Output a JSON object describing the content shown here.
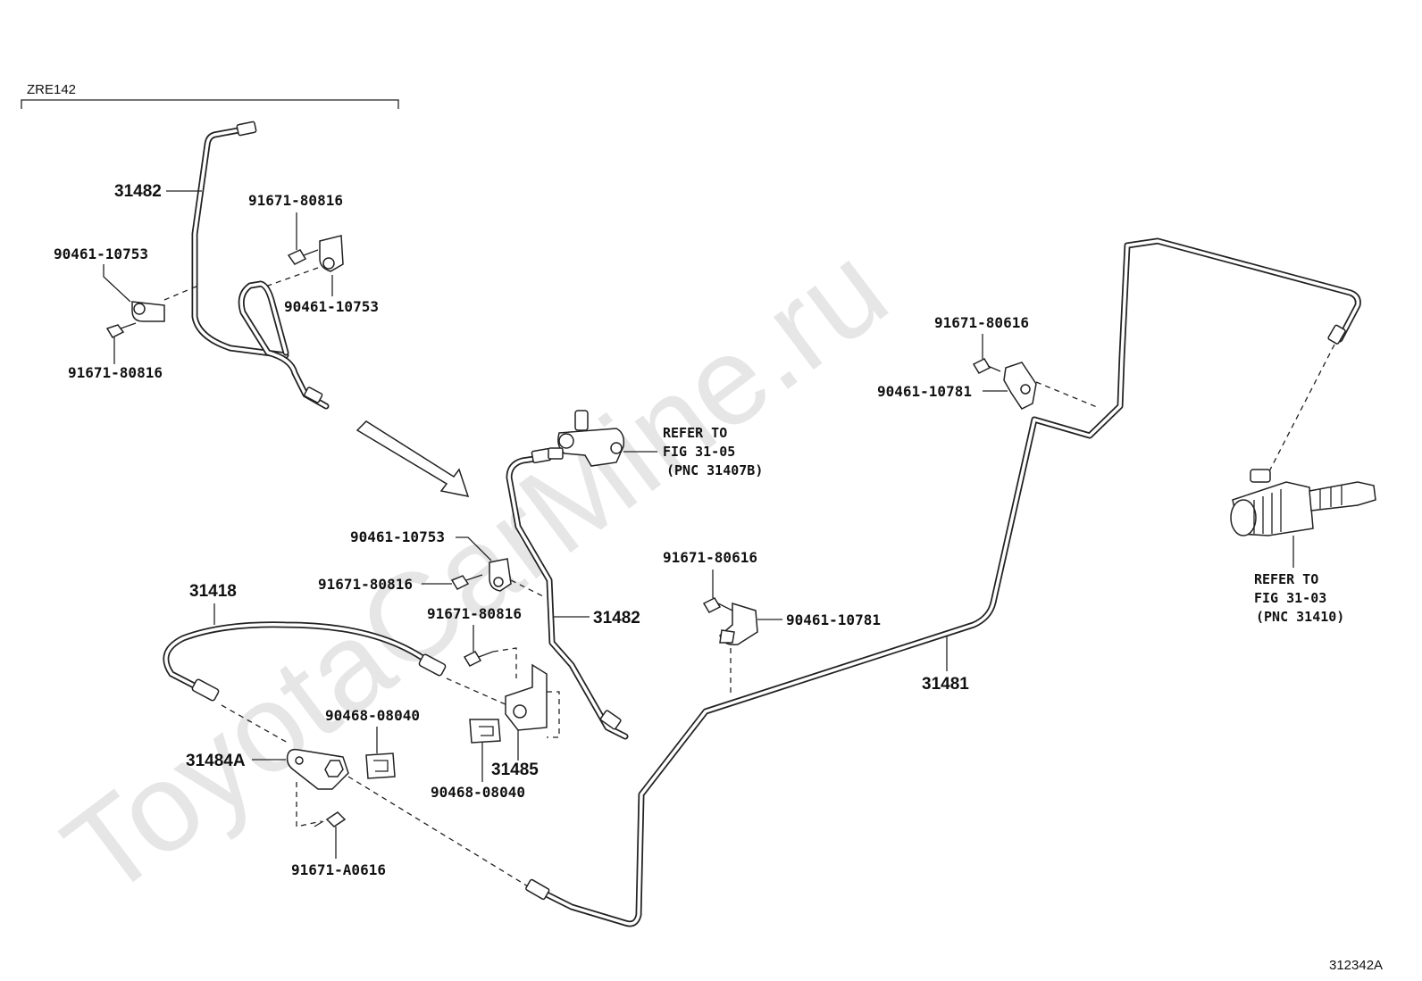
{
  "header": {
    "variant_label": "ZRE142"
  },
  "watermark": "ToyotaCarMine.ru",
  "figure_code": "312342A",
  "callouts": {
    "pnc_31482_top": "31482",
    "pnc_31482_mid": "31482",
    "pnc_31418": "31418",
    "pnc_31481": "31481",
    "pnc_31484a": "31484A",
    "pnc_31485": "31485",
    "p_91671_80816_a": "91671-80816",
    "p_90461_10753_a": "90461-10753",
    "p_90461_10753_b": "90461-10753",
    "p_91671_80816_b": "91671-80816",
    "p_90461_10753_c": "90461-10753",
    "p_91671_80816_c": "91671-80816",
    "p_91671_80816_d": "91671-80816",
    "p_90468_08040_a": "90468-08040",
    "p_90468_08040_b": "90468-08040",
    "p_91671_a0616": "91671-A0616",
    "p_91671_80616_a": "91671-80616",
    "p_90461_10781_a": "90461-10781",
    "p_91671_80616_b": "91671-80616",
    "p_90461_10781_b": "90461-10781"
  },
  "refer_notes": {
    "fig_31_05": {
      "line1": "REFER TO",
      "line2": "FIG 31-05",
      "line3": "(PNC 31407B)"
    },
    "fig_31_03": {
      "line1": "REFER TO",
      "line2": "FIG 31-03",
      "line3": "(PNC 31410)"
    }
  }
}
